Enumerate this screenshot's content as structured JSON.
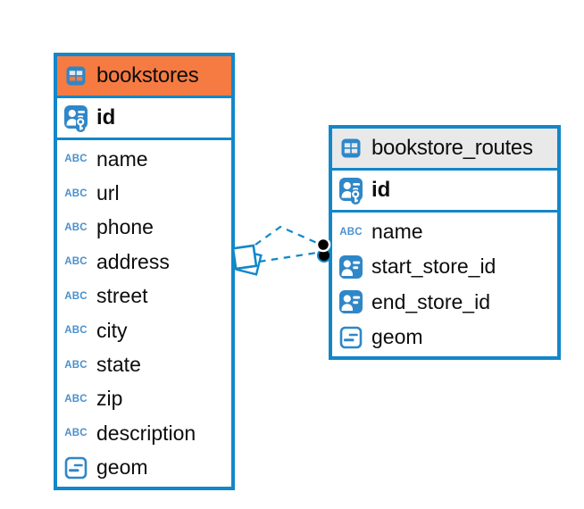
{
  "colors": {
    "accent_blue": "#1287c9",
    "icon_blue": "#2f87c8",
    "text_type_blue": "#4a90cc",
    "header_orange": "#f67b42",
    "header_gray": "#e9e9e9",
    "text": "#0d0d0d",
    "marker_dot": "#000000"
  },
  "icons": {
    "text_label": "ABC"
  },
  "tables": [
    {
      "name": "bookstores",
      "header_style": "orange",
      "primary_key": {
        "name": "id"
      },
      "columns": [
        {
          "name": "name",
          "type": "text"
        },
        {
          "name": "url",
          "type": "text"
        },
        {
          "name": "phone",
          "type": "text"
        },
        {
          "name": "address",
          "type": "text"
        },
        {
          "name": "street",
          "type": "text"
        },
        {
          "name": "city",
          "type": "text"
        },
        {
          "name": "state",
          "type": "text"
        },
        {
          "name": "zip",
          "type": "text"
        },
        {
          "name": "description",
          "type": "text"
        },
        {
          "name": "geom",
          "type": "geometry"
        }
      ]
    },
    {
      "name": "bookstore_routes",
      "header_style": "gray",
      "primary_key": {
        "name": "id"
      },
      "columns": [
        {
          "name": "name",
          "type": "text"
        },
        {
          "name": "start_store_id",
          "type": "reference"
        },
        {
          "name": "end_store_id",
          "type": "reference"
        },
        {
          "name": "geom",
          "type": "geometry"
        }
      ]
    }
  ],
  "relationship": {
    "from_table": "bookstores",
    "to_table": "bookstore_routes",
    "line_style": "dashed",
    "from_marker": "stacked-squares",
    "to_marker": "double-dot"
  }
}
